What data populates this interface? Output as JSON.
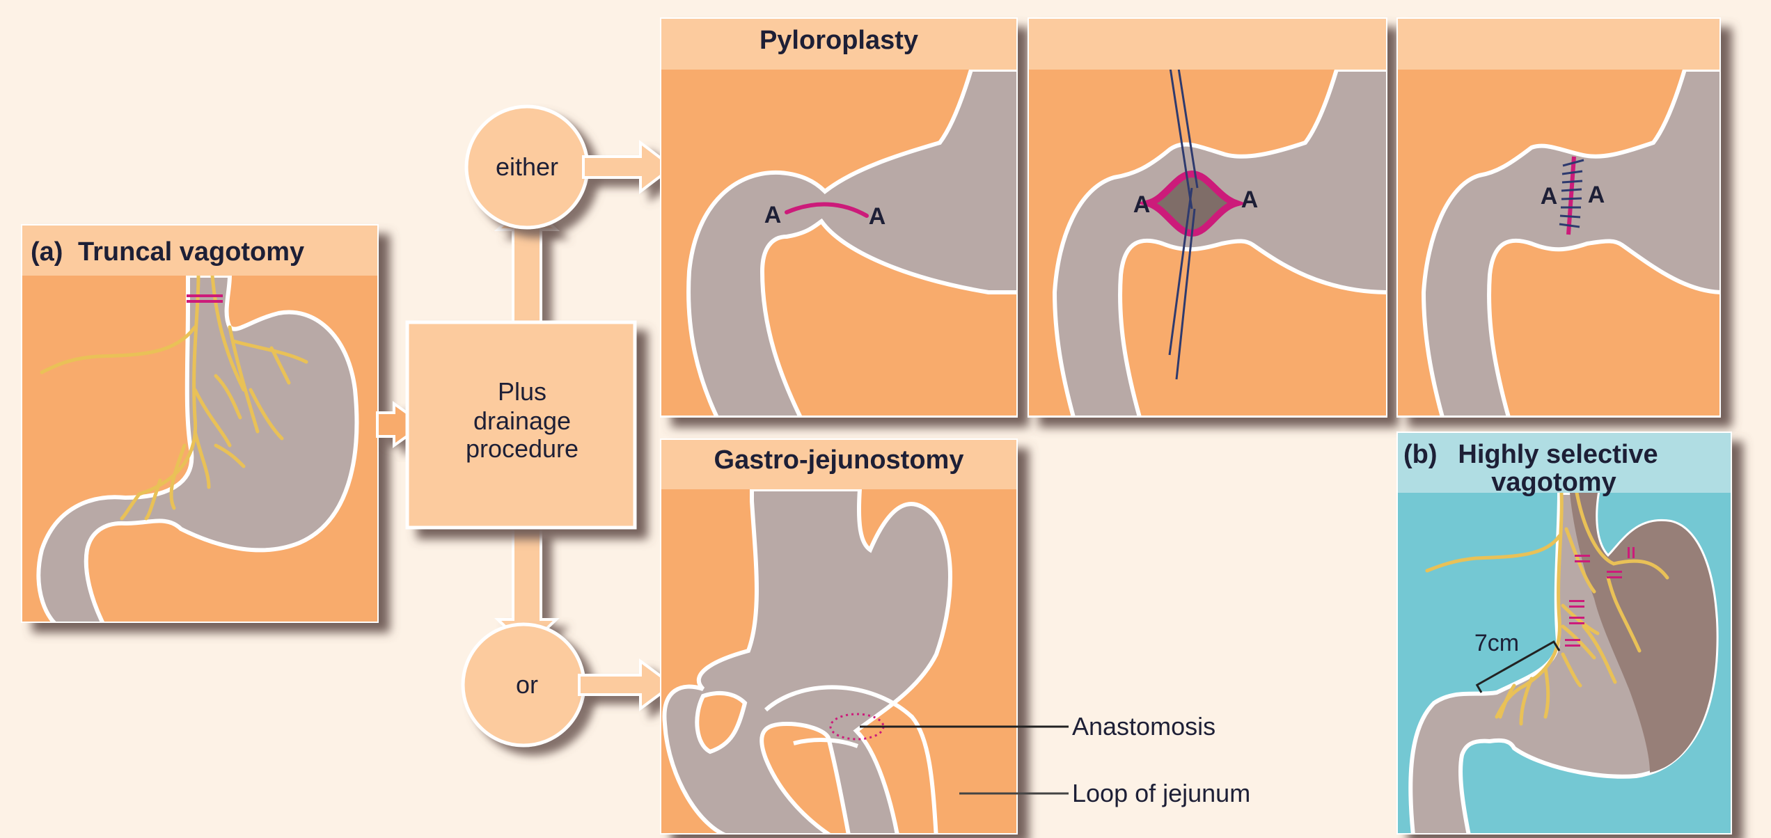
{
  "colors": {
    "background": "#fdf2e6",
    "panel_orange": "#f8ab6c",
    "header_peach": "#fccb9e",
    "tissue_gray": "#b8a9a6",
    "tissue_dark": "#977f78",
    "panel_teal": "#74c8d3",
    "header_teal": "#b0dde3",
    "incision_magenta": "#cc1b7a",
    "nerve_yellow": "#e9c157",
    "suture_navy": "#2e3a6e",
    "text_dark": "#1d1f36",
    "shadow": "#6e5a55"
  },
  "panels": {
    "truncal": {
      "letter": "(a)",
      "title": "Truncal vagotomy"
    },
    "pyloroplasty": {
      "title": "Pyloroplasty",
      "step1_label_left": "A",
      "step1_label_right": "A",
      "step2_label_left": "A",
      "step2_label_right": "A",
      "step3_label_left": "A",
      "step3_label_right": "A"
    },
    "gastrojejunostomy": {
      "title": "Gastro-jejunostomy"
    },
    "hsv": {
      "letter": "(b)",
      "title_line1": "Highly selective",
      "title_line2": "vagotomy",
      "measure": "7cm"
    }
  },
  "flow": {
    "box_line1": "Plus",
    "box_line2": "drainage",
    "box_line3": "procedure",
    "choice_top": "either",
    "choice_bottom": "or"
  },
  "callouts": {
    "anastomosis": "Anastomosis",
    "loop": "Loop of jejunum"
  }
}
